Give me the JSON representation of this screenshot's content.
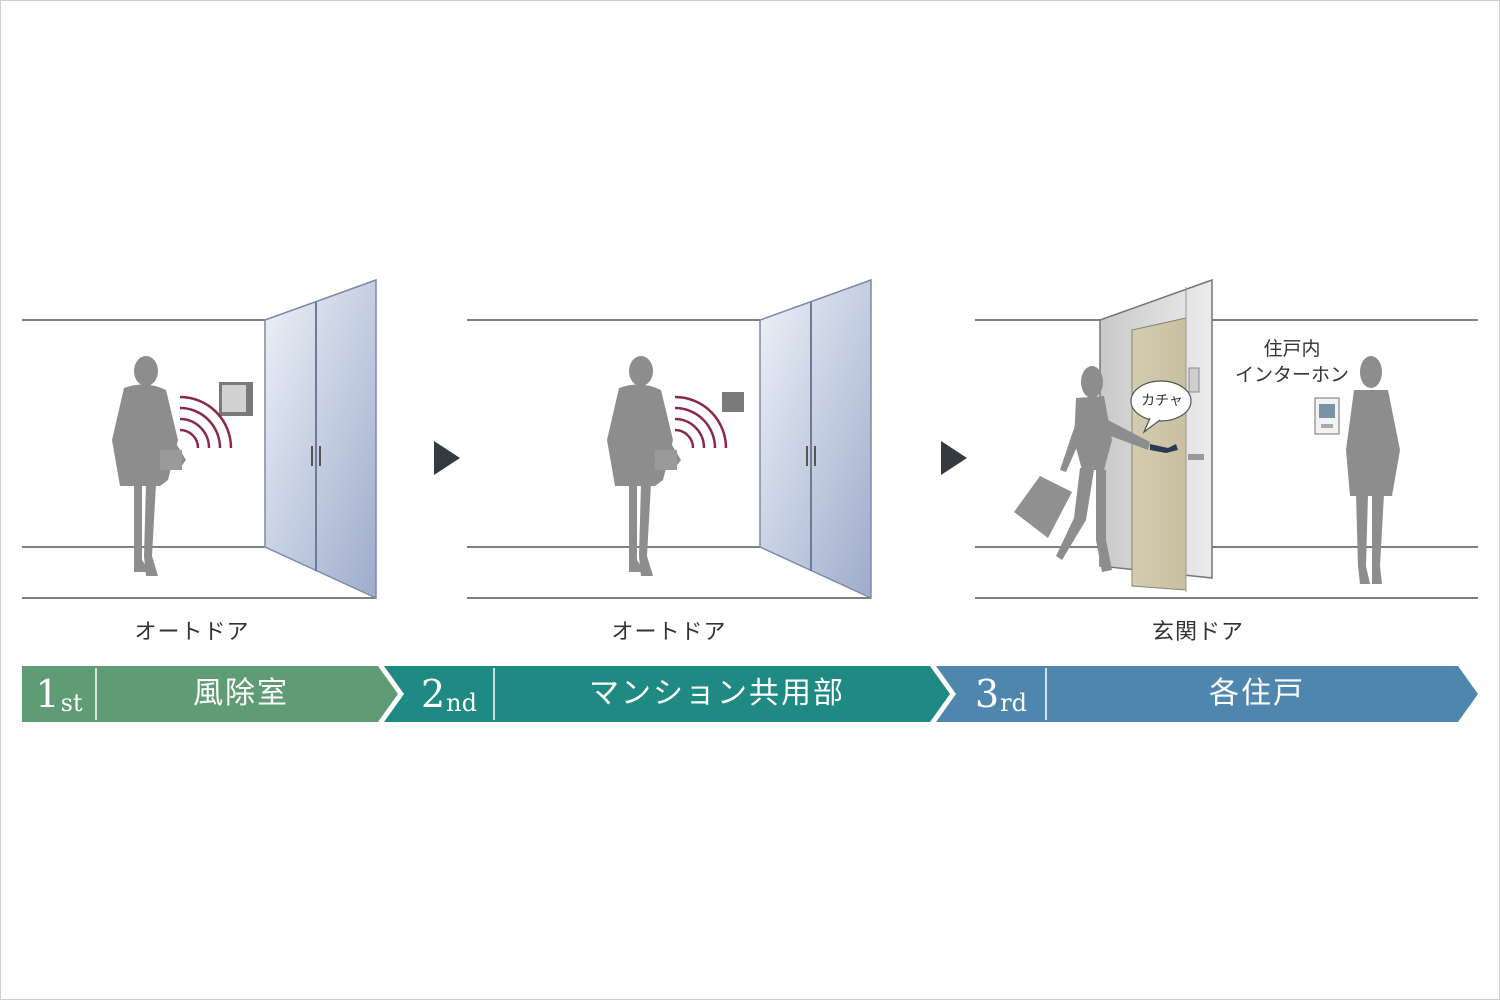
{
  "colors": {
    "step1": "#5f9b74",
    "step2": "#1f8a83",
    "step3": "#4f86ad",
    "wave": "#8a2a4b",
    "silhouette": "#8d8d8d",
    "arrow": "#333a40"
  },
  "panels": [
    {
      "caption": "オートドア"
    },
    {
      "caption": "オートドア"
    },
    {
      "caption": "玄関ドア",
      "bubble": "カチャ",
      "intercom_label_line1": "住戸内",
      "intercom_label_line2": "インターホン"
    }
  ],
  "steps": [
    {
      "num": "1",
      "suffix": "st",
      "title": "風除室"
    },
    {
      "num": "2",
      "suffix": "nd",
      "title": "マンション共用部"
    },
    {
      "num": "3",
      "suffix": "rd",
      "title": "各住戸"
    }
  ],
  "icons": [
    "reader-wave-icon",
    "arrow-right-icon",
    "person-silhouette-icon",
    "intercom-icon"
  ]
}
